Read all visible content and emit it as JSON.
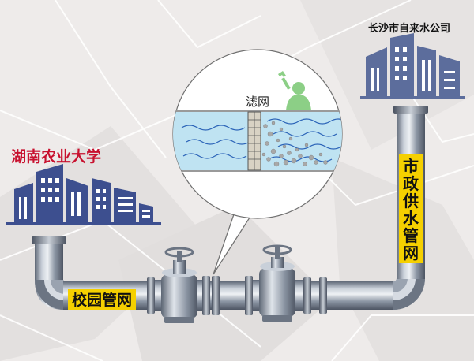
{
  "labels": {
    "supplier": "长沙市自来水公司",
    "university": "湖南农业大学",
    "municipal_supply": [
      "市",
      "政",
      "供",
      "水",
      "管",
      "网"
    ],
    "campus_pipe": "校园管网",
    "filter": "滤网"
  },
  "colors": {
    "university_text": "#c8102e",
    "label_bg": "#f5d000",
    "pipe": "#8e98a6",
    "building": "#3d4f8f",
    "water": "#bfe3f2",
    "wave": "#2c64b8"
  },
  "icons": [
    "worker-with-wrench-icon",
    "gate-valve-icon",
    "gate-valve-icon"
  ]
}
